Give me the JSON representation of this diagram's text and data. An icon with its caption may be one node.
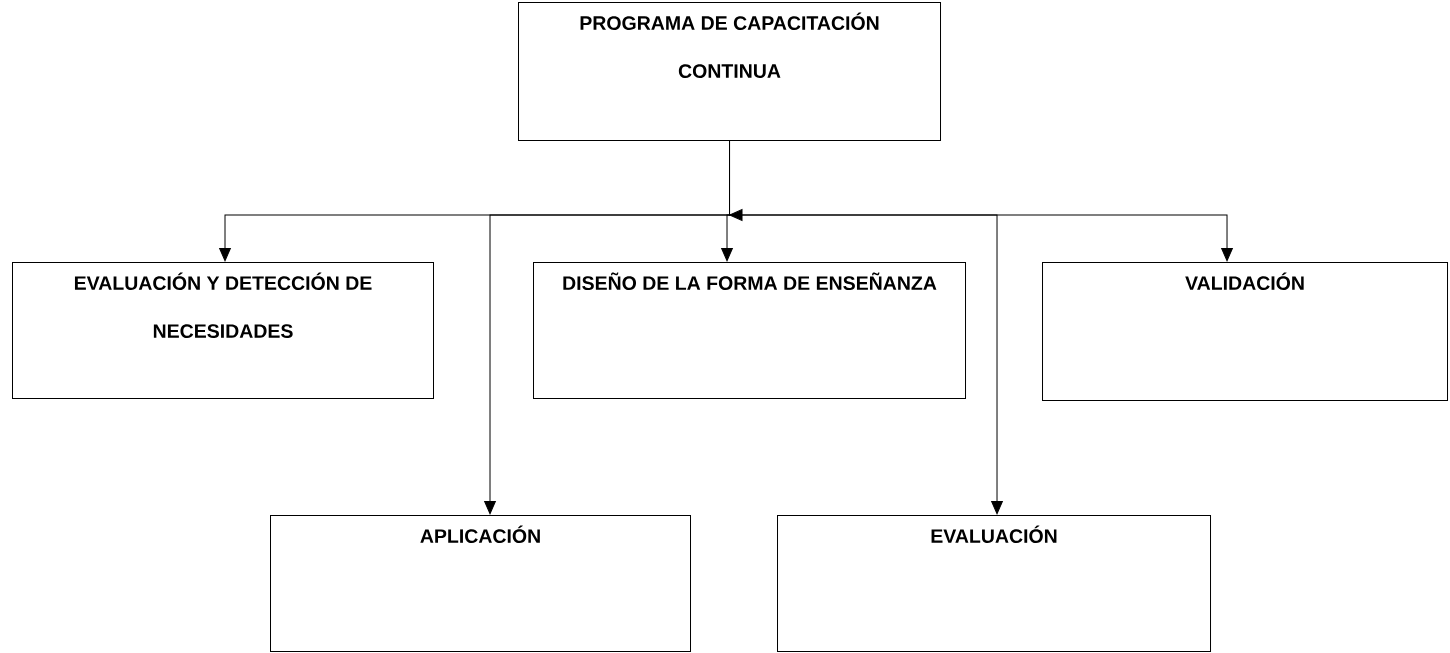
{
  "diagram": {
    "nodes": [
      {
        "text": [
          "PROGRAMA DE CAPACITACIÓN CONTINUA"
        ]
      },
      {
        "text": [
          "EVALUACIÓN Y DETECCIÓN DE NECESIDADES"
        ]
      },
      {
        "text": [
          "APLICACIÓN"
        ]
      },
      {
        "text": [
          "DISEÑO DE LA FORMA DE ENSEÑANZA"
        ]
      },
      {
        "text": [
          "EVALUACIÓN"
        ]
      },
      {
        "text": [
          "VALIDACIÓN"
        ]
      }
    ],
    "edges": [
      {
        "from": 0,
        "to": 1,
        "arrow": "to"
      },
      {
        "from": 0,
        "to": 2,
        "arrow": "to"
      },
      {
        "from": 0,
        "to": 3,
        "arrow": "to"
      },
      {
        "from": 0,
        "to": 4,
        "arrow": "to"
      },
      {
        "from": 0,
        "to": 5,
        "arrow": "to"
      }
    ]
  }
}
